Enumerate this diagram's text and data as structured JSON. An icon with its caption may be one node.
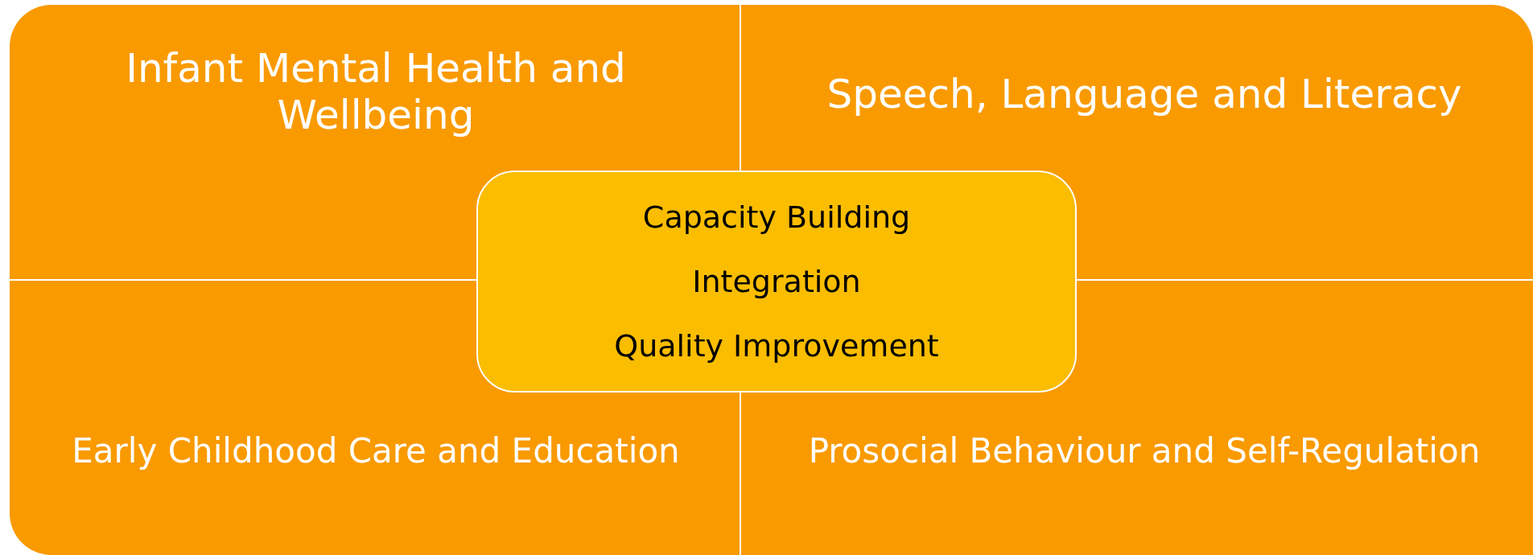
{
  "diagram": {
    "nodes": [
      {
        "text": [
          "Infant Mental Health and Wellbeing"
        ]
      },
      {
        "text": [
          "Speech, Language and Literacy"
        ]
      },
      {
        "text": [
          "Early Childhood Care and Education"
        ]
      },
      {
        "text": [
          "Prosocial Behaviour and Self-Regulation"
        ]
      },
      {
        "text": [
          "Capacity Building",
          "Integration",
          "Quality Improvement"
        ]
      }
    ]
  }
}
